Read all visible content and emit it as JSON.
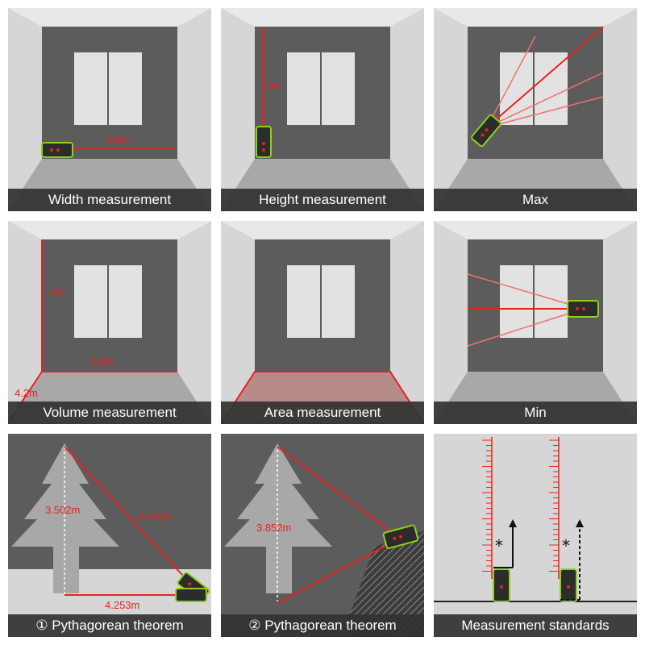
{
  "tiles": [
    {
      "caption": "Width measurement",
      "labels": [
        "3.8m"
      ]
    },
    {
      "caption": "Height measurement",
      "labels": [
        "4m"
      ]
    },
    {
      "caption": "Max",
      "labels": []
    },
    {
      "caption": "Volume measurement",
      "labels": [
        "4m",
        "3.8m",
        "4.2m"
      ]
    },
    {
      "caption": "Area measurement",
      "labels": []
    },
    {
      "caption": "Min",
      "labels": []
    },
    {
      "caption": "① Pythagorean theorem",
      "labels": [
        "3.502m",
        "4.636m",
        "4.253m"
      ]
    },
    {
      "caption": "② Pythagorean theorem",
      "labels": [
        "3.852m"
      ]
    },
    {
      "caption": "Measurement standards",
      "labels": []
    }
  ],
  "colors": {
    "laser": "#e8231f",
    "device_body": "#8ed11a",
    "room_back_wall": "#5c5c5c",
    "room_side_wall": "#d6d6d6",
    "room_floor": "#a8a8a8",
    "window": "#e2e2e2",
    "caption_bar": "#333333"
  },
  "icons": [
    "laser-distance-meter-icon",
    "tree-icon",
    "window-icon",
    "ruler-scale-icon",
    "asterisk-icon",
    "arrow-up-icon"
  ]
}
